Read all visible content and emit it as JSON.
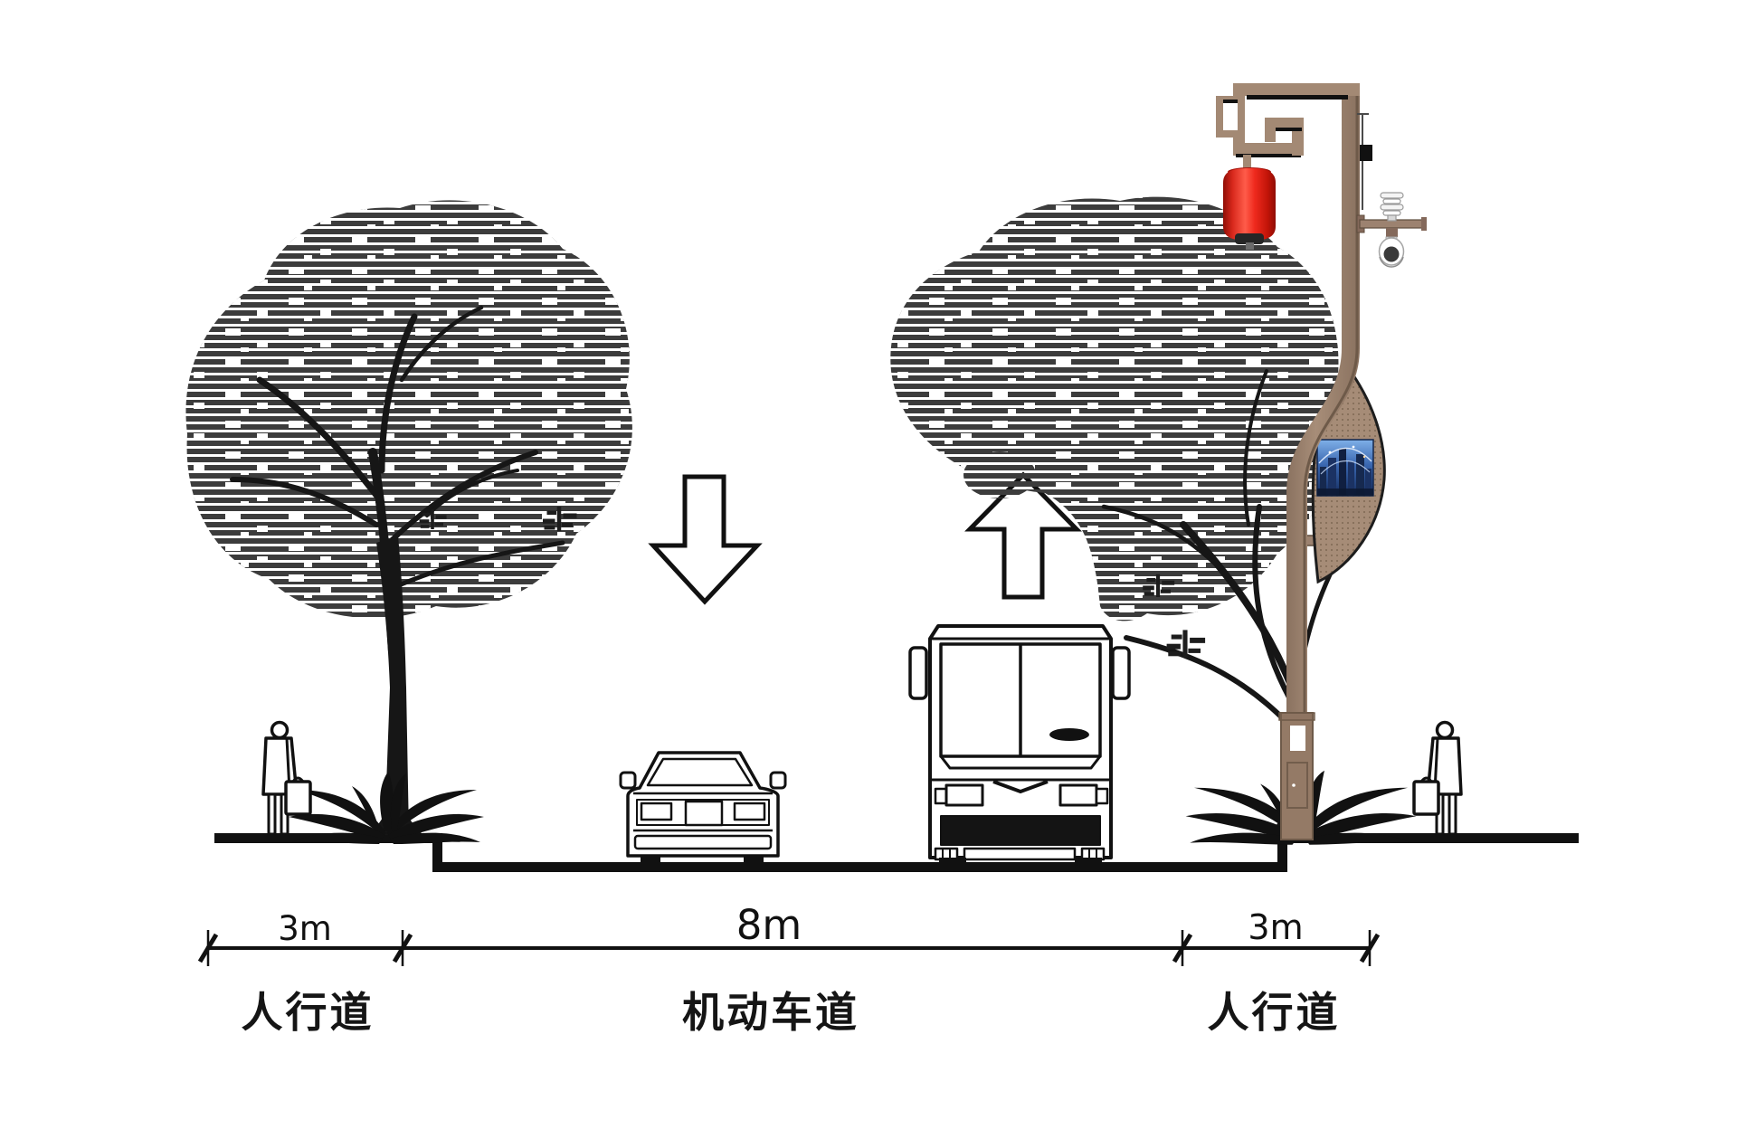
{
  "diagram": {
    "type": "road-cross-section",
    "segments": [
      {
        "name": "sidewalk-left",
        "dimension": "3m",
        "label": "人行道"
      },
      {
        "name": "roadway",
        "dimension": "8m",
        "label": "机动车道"
      },
      {
        "name": "sidewalk-right",
        "dimension": "3m",
        "label": "人行道"
      }
    ],
    "lanes": [
      {
        "name": "lane-left",
        "direction_icon": "arrow-down-icon"
      },
      {
        "name": "lane-right",
        "direction_icon": "arrow-up-icon"
      }
    ],
    "objects": [
      "street-tree-left",
      "pedestrian-left",
      "base-shrub-left",
      "grass-sprigs",
      "sedan-car",
      "bus",
      "street-tree-right",
      "base-shrub-right",
      "pedestrian-right",
      "smart-lamp-post"
    ],
    "smart_pole": {
      "features": [
        "meander-bracket",
        "red-chinese-lantern",
        "antenna",
        "environment-sensor-stack",
        "cctv-dome-camera",
        "leaf-shaped-led-screen-housing",
        "city-skyline-screen-image",
        "maintenance-door",
        "base-window"
      ]
    },
    "colors": {
      "line_black": "#161616",
      "tree_stripe_gray": "#3c3c3c",
      "pole_tan": "#9c8270",
      "pole_dark_edge": "#6e5a49",
      "lantern_red": "#e8241c",
      "screen_blue": "#2b5ea7"
    }
  }
}
